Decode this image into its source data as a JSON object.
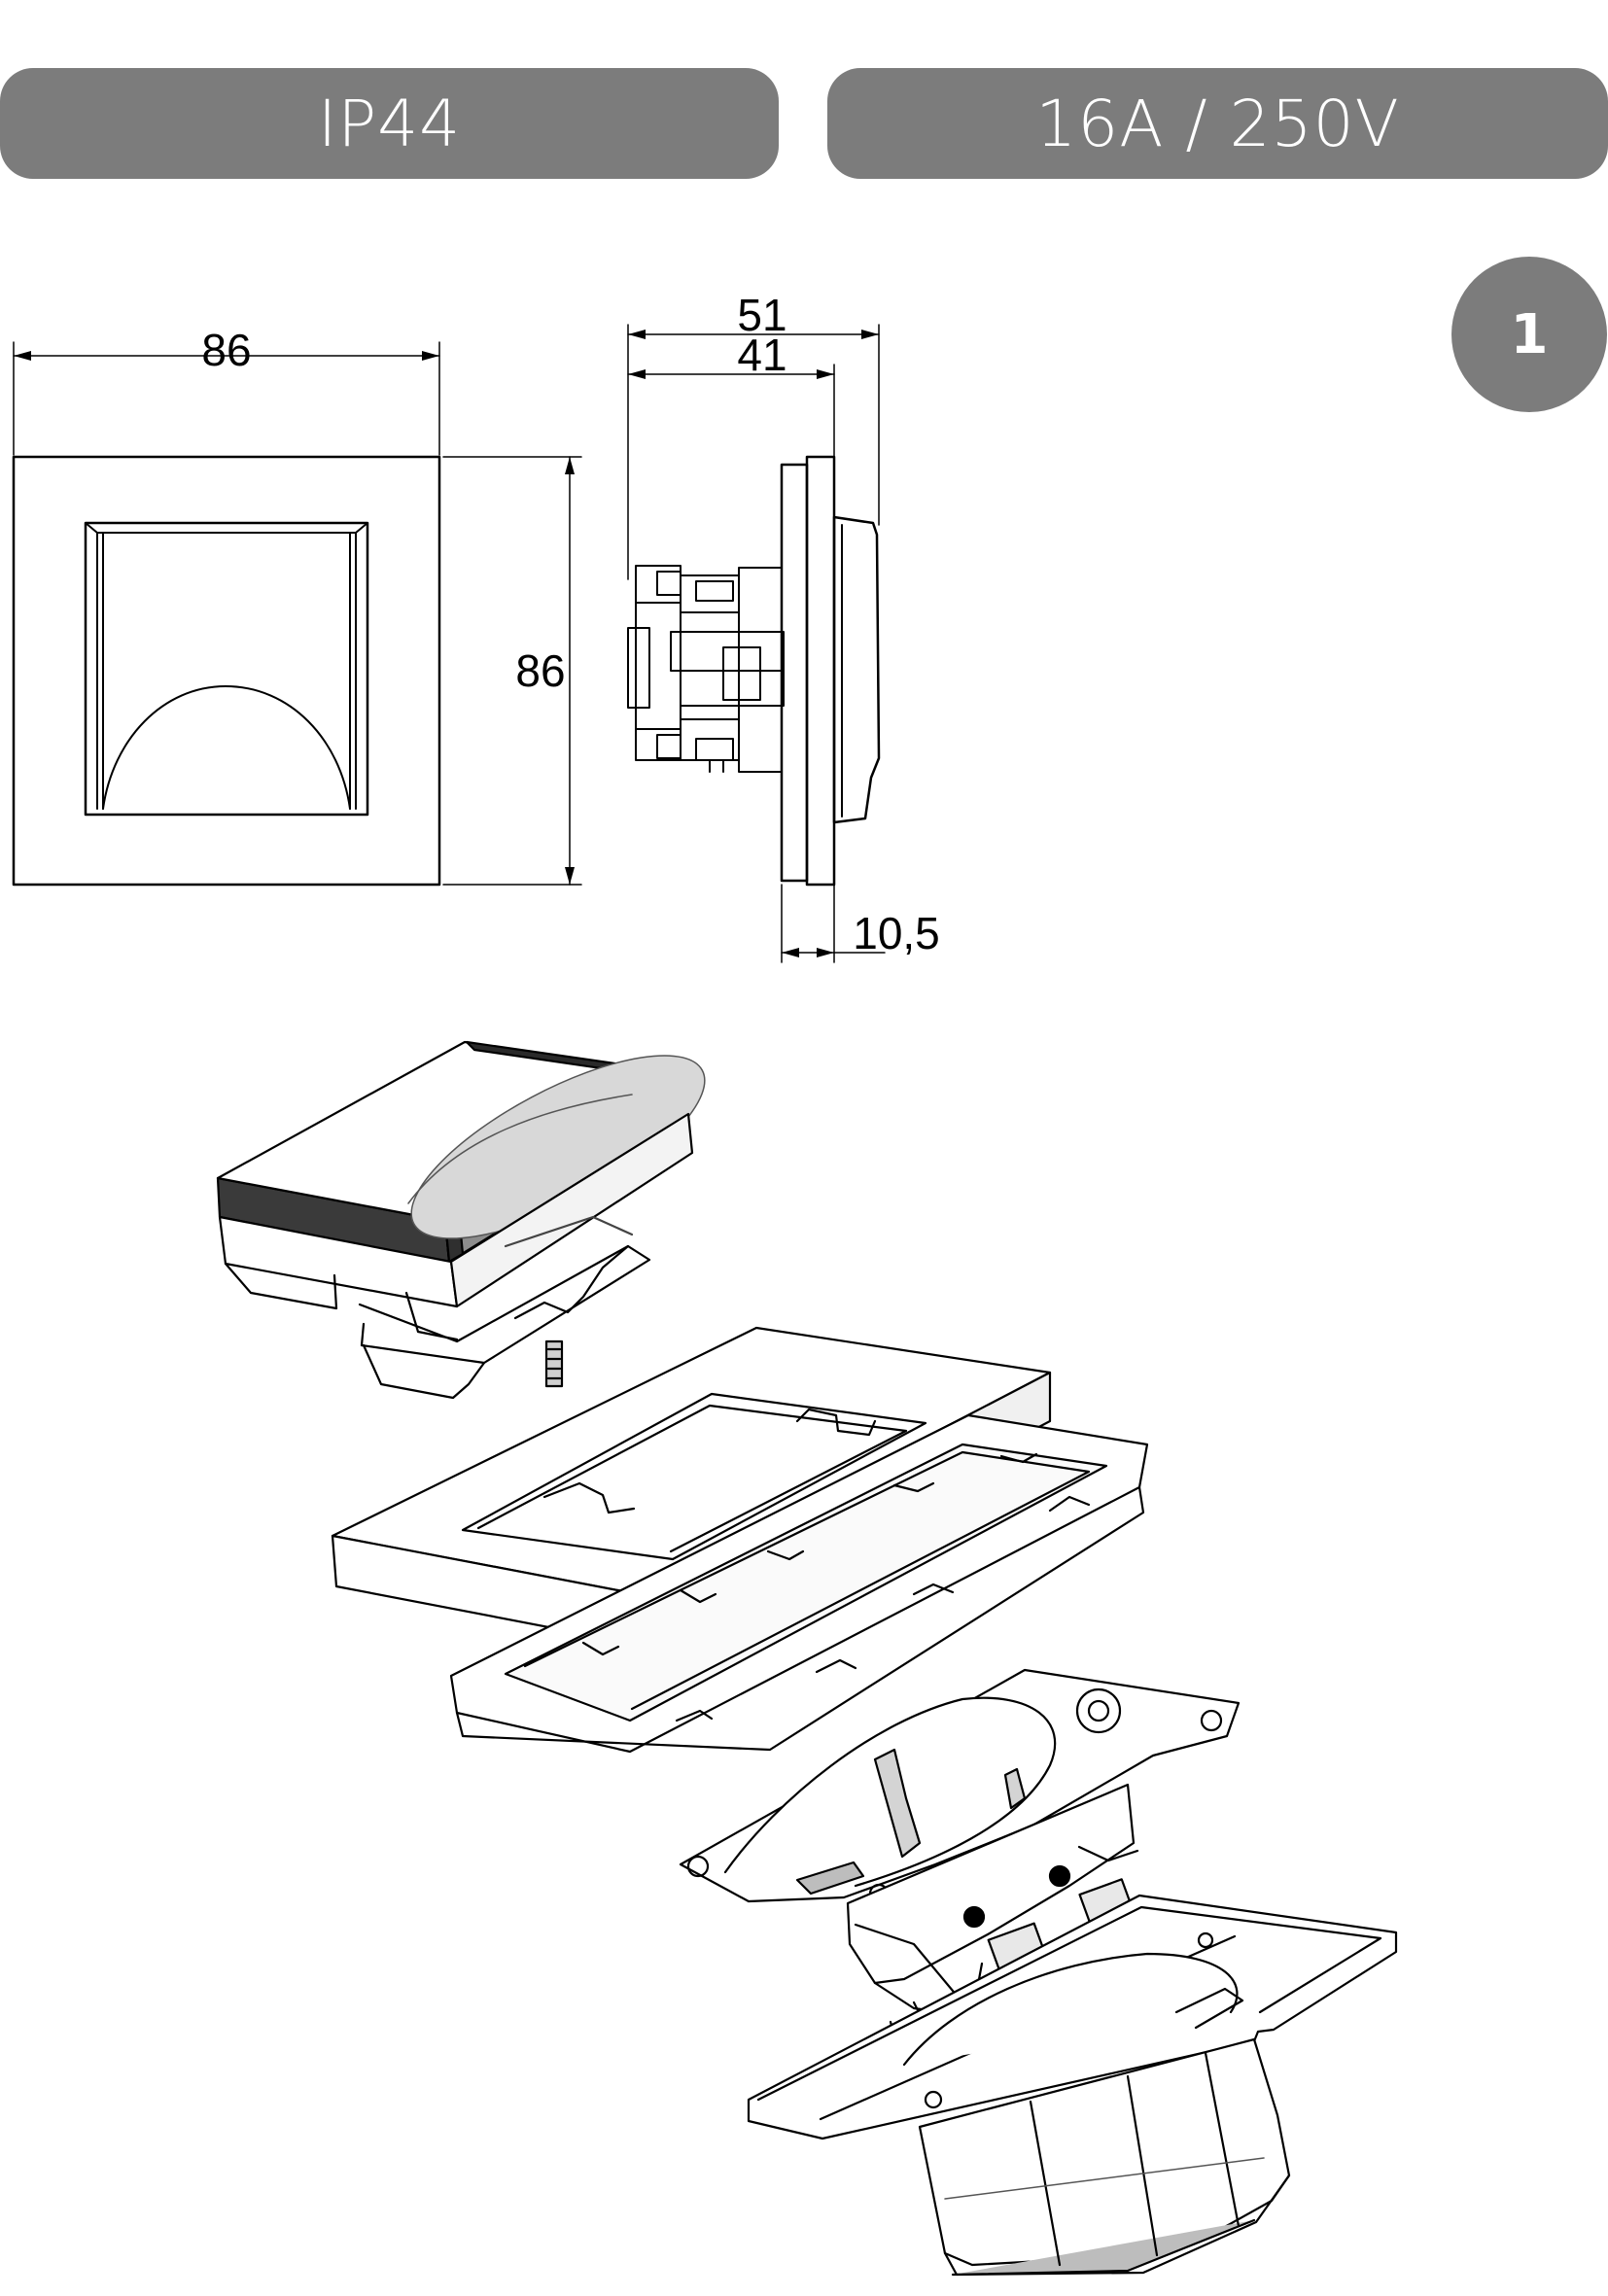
{
  "header": {
    "protection_rating": "IP44",
    "electrical_rating": "16A / 250V"
  },
  "badge": {
    "number": "1"
  },
  "dimensions": {
    "front_width": "86",
    "front_height": "86",
    "side_total_depth": "51",
    "side_body_depth": "41",
    "side_frame_offset": "10,5"
  },
  "colors": {
    "pill_fill": "#7c7c7c",
    "line": "#000000",
    "shade_dark": "#3a3a3a",
    "shade_light": "#bdbdbd"
  }
}
